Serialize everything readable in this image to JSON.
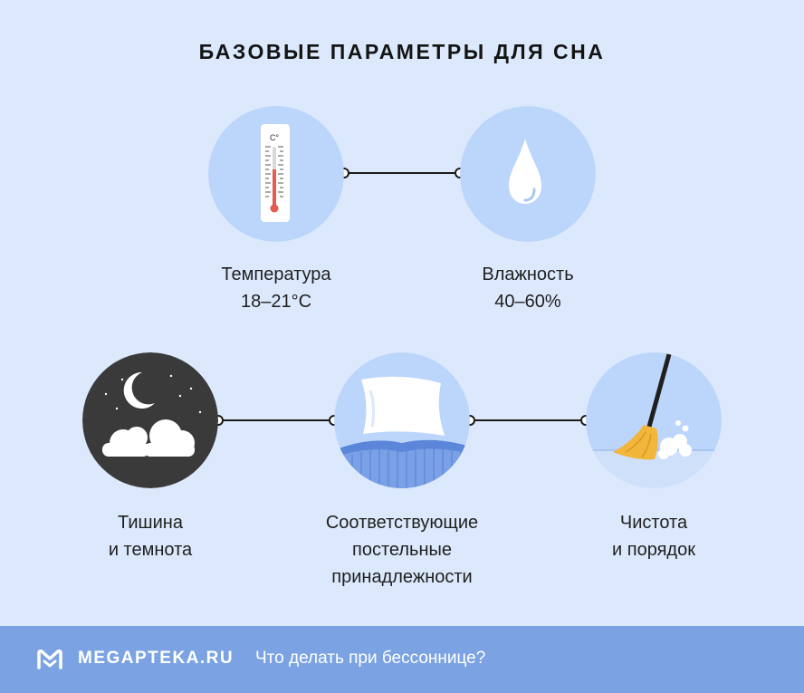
{
  "title": "БАЗОВЫЕ ПАРАМЕТРЫ ДЛЯ СНА",
  "items": [
    {
      "label": "Температура",
      "value": "18–21°C",
      "icon": "thermometer-icon",
      "thermometer_unit": "C°"
    },
    {
      "label": "Влажность",
      "value": "40–60%",
      "icon": "water-drop-icon"
    },
    {
      "label_line1": "Тишина",
      "label_line2": "и темнота",
      "icon": "night-sky-icon"
    },
    {
      "label_line1": "Соответствующие",
      "label_line2": "постельные",
      "label_line3": "принадлежности",
      "icon": "pillow-icon"
    },
    {
      "label_line1": "Чистота",
      "label_line2": "и порядок",
      "icon": "broom-icon"
    }
  ],
  "footer": {
    "brand": "MEGAPTEKA.RU",
    "link": "Что делать при бессоннице?",
    "logo_icon": "megapteka-logo-icon"
  },
  "colors": {
    "background": "#dce9fc",
    "circle_light": "#bcd5fb",
    "circle_dark": "#3a3a3a",
    "footer": "#7ba3e3",
    "accent_blue": "#5b86d9",
    "thermometer_red": "#e65a4f",
    "broom_yellow": "#f2b63a"
  }
}
